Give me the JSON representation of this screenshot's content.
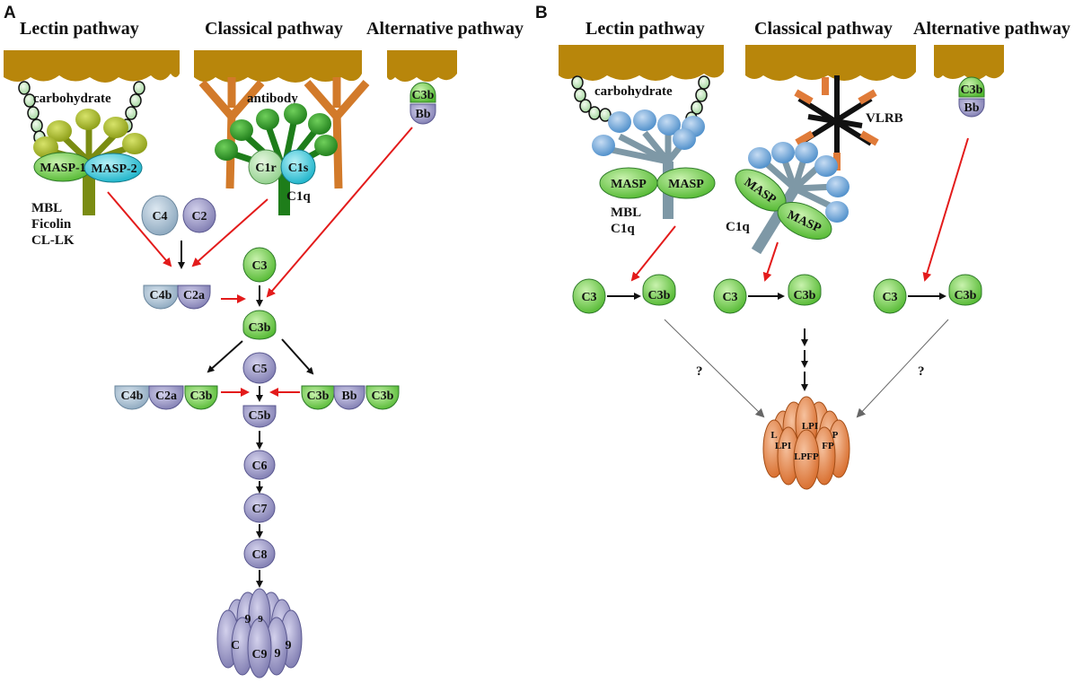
{
  "panels": {
    "A": {
      "label": "A",
      "headers": {
        "lectin": "Lectin pathway",
        "classical": "Classical pathway",
        "alternative": "Alternative pathway"
      },
      "carbohydrate": "carbohydrate",
      "antibody": "antibody",
      "masp1": "MASP-1",
      "masp2": "MASP-2",
      "mbl": "MBL",
      "ficolin": "Ficolin",
      "cllk": "CL-LK",
      "c1r": "C1r",
      "c1s": "C1s",
      "c1q": "C1q",
      "alt_c3b": "C3b",
      "alt_bb": "Bb",
      "c4": "C4",
      "c2": "C2",
      "c3": "C3",
      "c4b": "C4b",
      "c2a": "C2a",
      "c3b": "C3b",
      "c5": "C5",
      "left_c4b": "C4b",
      "left_c2a": "C2a",
      "left_c3b": "C3b",
      "right_c3b1": "C3b",
      "right_bb": "Bb",
      "right_c3b2": "C3b",
      "c5b": "C5b",
      "c6": "C6",
      "c7": "C7",
      "c8": "C8",
      "c9": "C9",
      "pore_frag1": "9",
      "pore_frag2": "9",
      "pore_frag3": "9",
      "pore_frag4": "C",
      "pore_frag5": "9"
    },
    "B": {
      "label": "B",
      "headers": {
        "lectin": "Lectin pathway",
        "classical": "Classical pathway",
        "alternative": "Alternative pathway"
      },
      "carbohydrate": "carbohydrate",
      "vlrb": "VLRB",
      "masp_left": "MASP",
      "masp_right": "MASP",
      "masp_tilt1": "MASP",
      "masp_tilt2": "MASP",
      "mbl": "MBL",
      "c1q_left": "C1q",
      "c1q_mid": "C1q",
      "alt_c3b": "C3b",
      "alt_bb": "Bb",
      "c3_1": "C3",
      "c3b_1": "C3b",
      "c3_2": "C3",
      "c3b_2": "C3b",
      "c3_3": "C3",
      "c3b_3": "C3b",
      "question1": "?",
      "question2": "?",
      "lpfp_main": "LPFP",
      "lpfp_frag1": "LPI",
      "lpfp_frag2": "LPI",
      "lpfp_frag3": "L",
      "lpfp_frag4": "FP",
      "lpfp_frag5": "P"
    }
  },
  "colors": {
    "membrane": "#b8860b",
    "green": "#7ed957",
    "purple": "#8b88b8",
    "steelblue": "#9ab3c9",
    "orange": "#e07b39",
    "red": "#e31b1b",
    "cyan": "#26c6da",
    "blue": "#5b9bd5"
  }
}
